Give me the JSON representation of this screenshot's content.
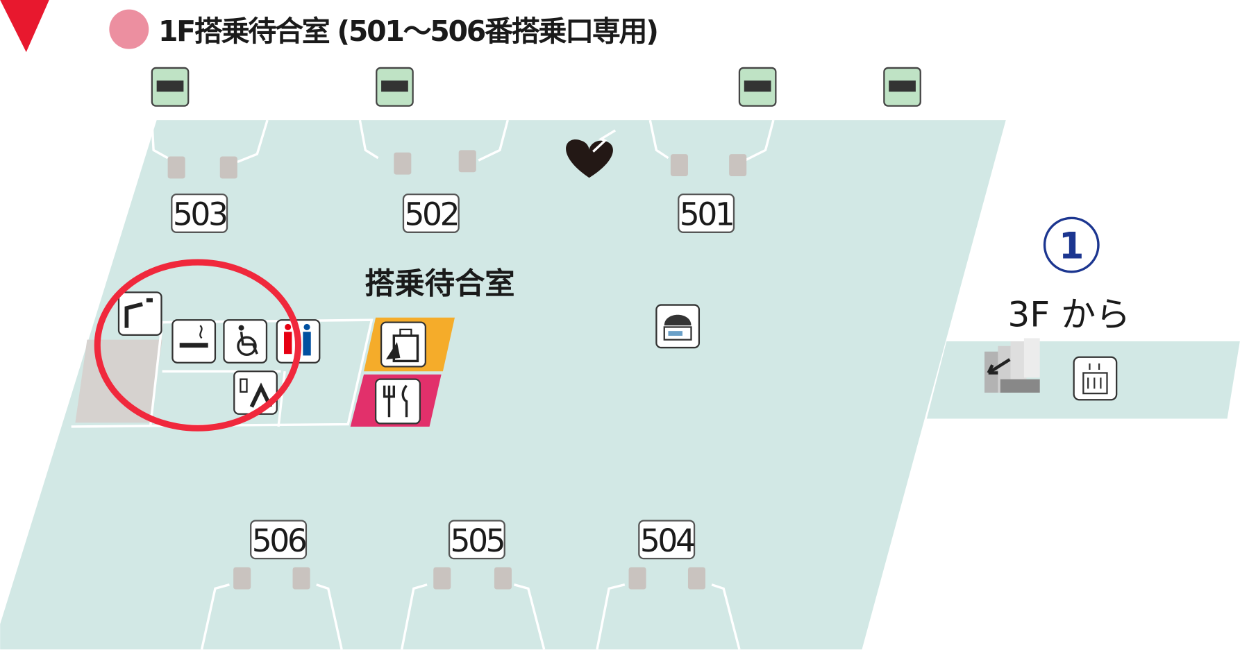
{
  "header": {
    "title": "1F搭乗待合室 (501～506番搭乗口専用)",
    "marker_color": "#ec8fa0",
    "pointer_color": "#e8182e"
  },
  "map": {
    "room_label": "搭乗待合室",
    "gates_top": [
      "503",
      "502",
      "501"
    ],
    "gates_bottom": [
      "506",
      "505",
      "504"
    ],
    "entrance_number": "1",
    "entrance_label": "3F から",
    "highlight_color": "#f0283c",
    "floor_color": "#d2e8e5",
    "icons": [
      "bus-icon",
      "aed-icon",
      "nursing-room-icon",
      "smoking-room-icon",
      "wheelchair-toilet-icon",
      "restroom-icon",
      "baby-care-icon",
      "shop-icon",
      "restaurant-icon",
      "vending-machine-icon",
      "escalator-down-icon",
      "elevator-icon"
    ]
  }
}
